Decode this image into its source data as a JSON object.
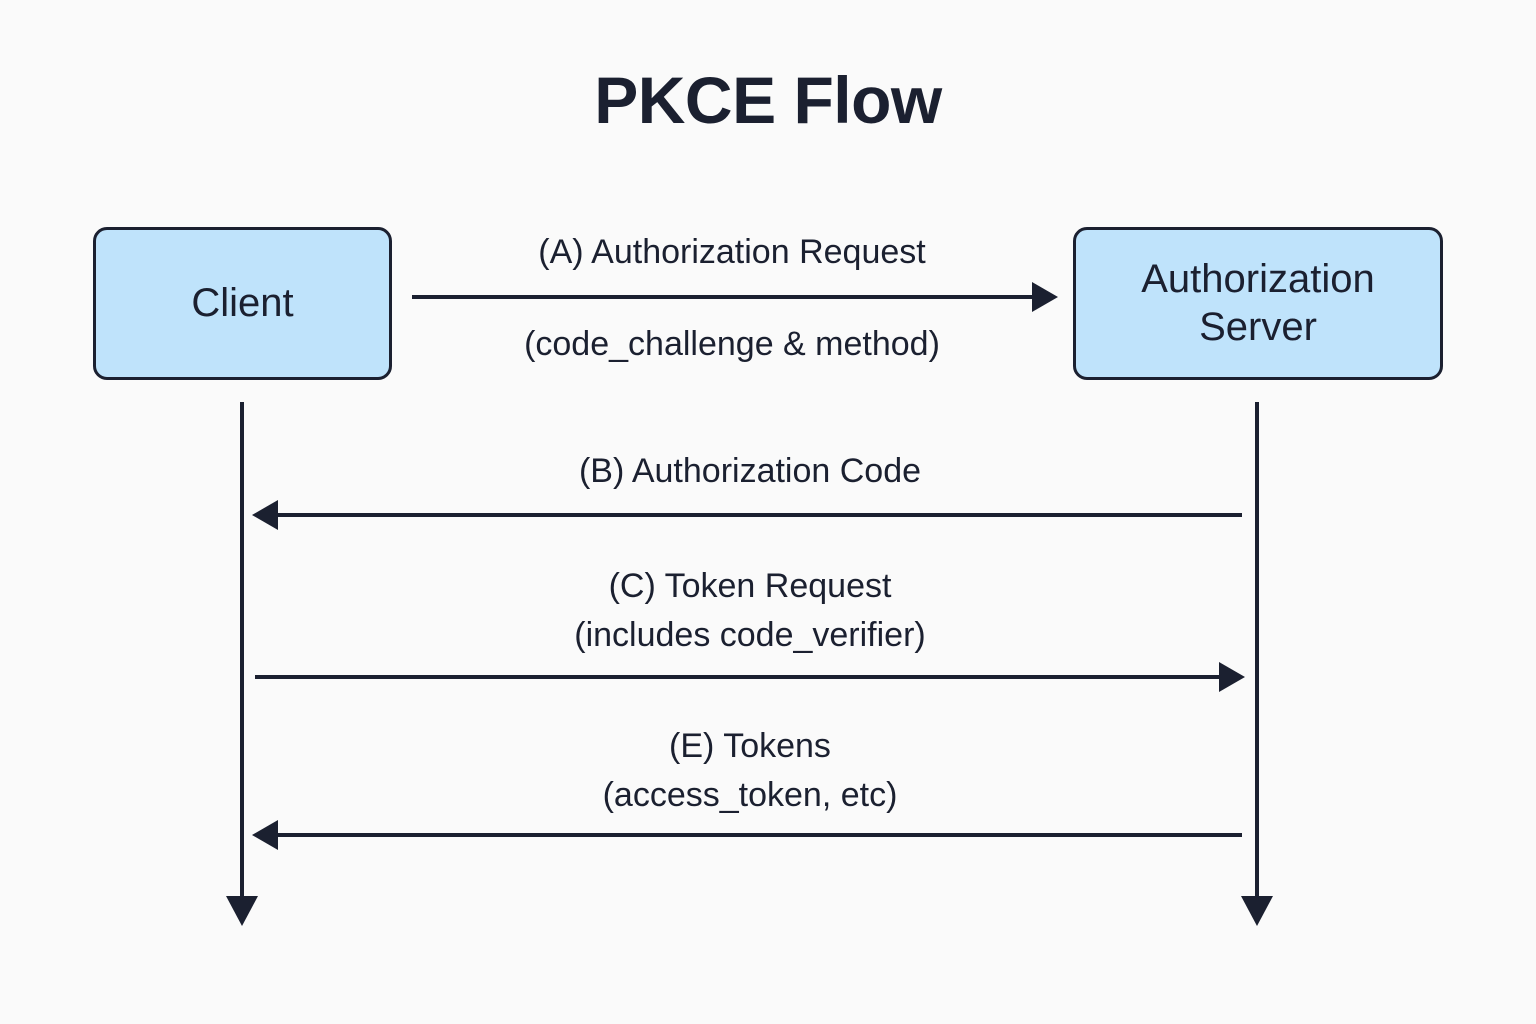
{
  "diagram": {
    "type": "sequence-diagram",
    "title": "PKCE Flow",
    "background_color": "#fafafa",
    "participants": [
      {
        "id": "client",
        "label": "Client",
        "fill_color": "#bfe3fb",
        "border_color": "#1b2030"
      },
      {
        "id": "server",
        "label": "Authorization\nServer",
        "fill_color": "#bfe3fb",
        "border_color": "#1b2030"
      }
    ],
    "messages": [
      {
        "id": "a",
        "marker": "(A)",
        "label_above": "(A)  Authorization Request",
        "label_below": "(code_challenge & method)",
        "direction": "right",
        "from": "client",
        "to": "server"
      },
      {
        "id": "b",
        "marker": "(B)",
        "label": "(B)  Authorization Code",
        "direction": "left",
        "from": "server",
        "to": "client"
      },
      {
        "id": "c",
        "marker": "(C)",
        "label": "(C)  Token Request\n(includes code_verifier)",
        "direction": "right",
        "from": "client",
        "to": "server"
      },
      {
        "id": "e",
        "marker": "(E)",
        "label": "(E)  Tokens\n(access_token, etc)",
        "direction": "left",
        "from": "server",
        "to": "client"
      }
    ]
  }
}
